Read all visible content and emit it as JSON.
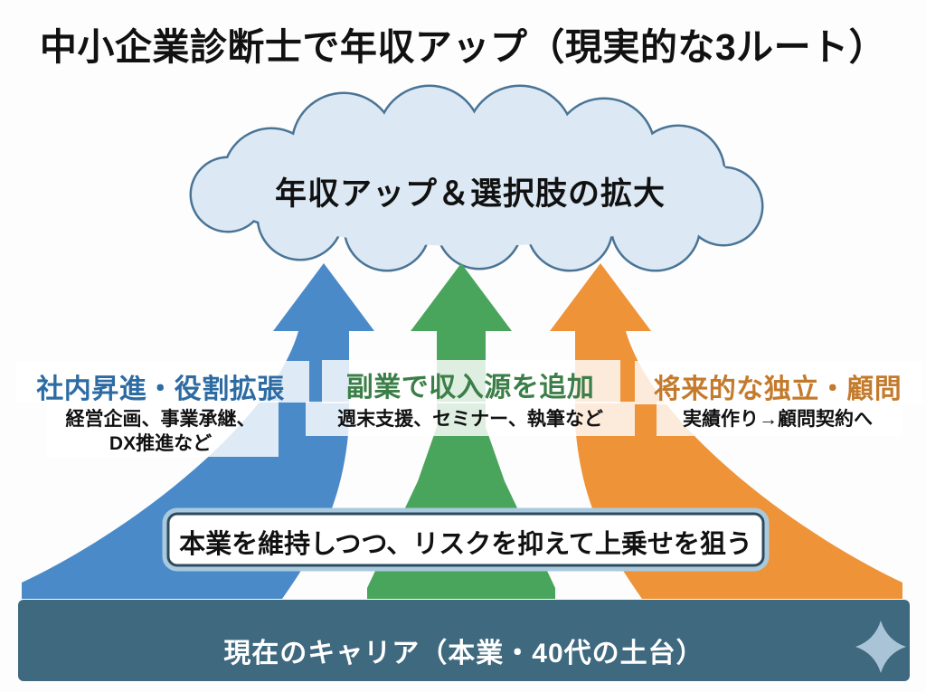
{
  "title": "中小企業診断士で年収アップ（現実的な3ルート）",
  "cloud": {
    "label": "年収アップ＆選択肢の拡大"
  },
  "routes": [
    {
      "heading": "社内昇進・役割拡張",
      "subtitle_lines": [
        "経営企画、事業承継、",
        "DX推進など"
      ]
    },
    {
      "heading": "副業で収入源を追加",
      "subtitle": "週末支援、セミナー、執筆など"
    },
    {
      "heading": "将来的な独立・顧問",
      "subtitle": "実績作り→顧問契約へ"
    }
  ],
  "banner": {
    "label": "本業を維持しつつ、リスクを抑えて上乗せを狙う"
  },
  "foundation": {
    "label": "現在のキャリア（本業・40代の土台）",
    "icon": "sparkle-icon"
  },
  "colors": {
    "blue_arrow": "#4b8ac9",
    "green_arrow": "#4aa55c",
    "orange_arrow": "#ee9338",
    "cloud_fill": "#dce9f4",
    "cloud_outline": "#4a7496",
    "foundation_bar": "#3f697f",
    "sparkle": "#a9c4d6",
    "banner_border": "#2e4b5e",
    "banner_glow": "#a9cade",
    "heading_blue": "#2d6ba3",
    "heading_green": "#3b7e47",
    "heading_orange": "#c47a2c",
    "text_dark": "#111111",
    "bar_text": "#ffffff"
  }
}
